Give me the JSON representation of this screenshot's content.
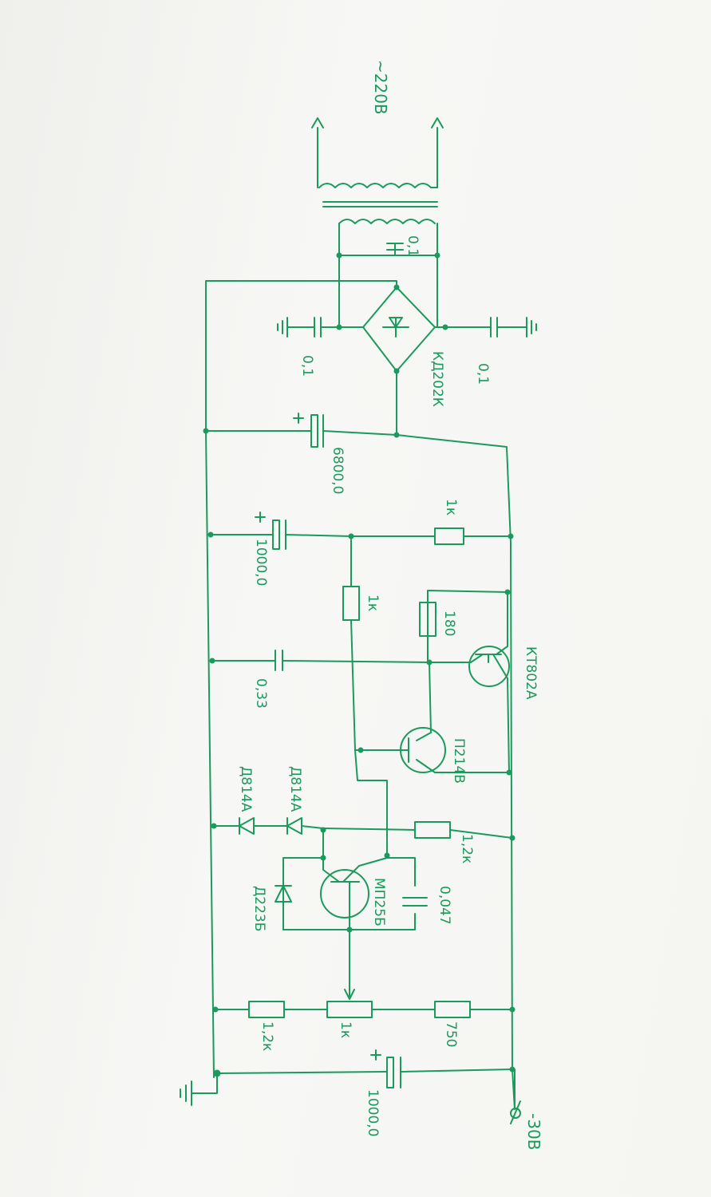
{
  "schematic": {
    "supply_input": "~220В",
    "output_voltage": "-30В",
    "transformer_cap": "0,1",
    "bridge": "КД202К",
    "bridge_cap_left": "0,1",
    "bridge_cap_right": "0,1",
    "main_cap": "6800,0",
    "cap_1000_top": "1000,0",
    "res_1k_top": "1к",
    "res_1k_mid": "1к",
    "res_180": "180",
    "power_transistor": "КТ802А",
    "transistor_p214": "П214В",
    "cap_033": "0,33",
    "zener_1": "Д814А",
    "zener_2": "Д814А",
    "res_12k_top": "1,2к",
    "transistor_mp": "МП25Б",
    "diode": "Д223Б",
    "cap_0047": "0,047",
    "res_12k_bottom": "1,2к",
    "pot_1k": "1к",
    "res_750": "750",
    "cap_1000_bottom": "1000,0"
  },
  "colors": {
    "ink": "#1a9a5c",
    "paper": "#f4f4f1"
  }
}
